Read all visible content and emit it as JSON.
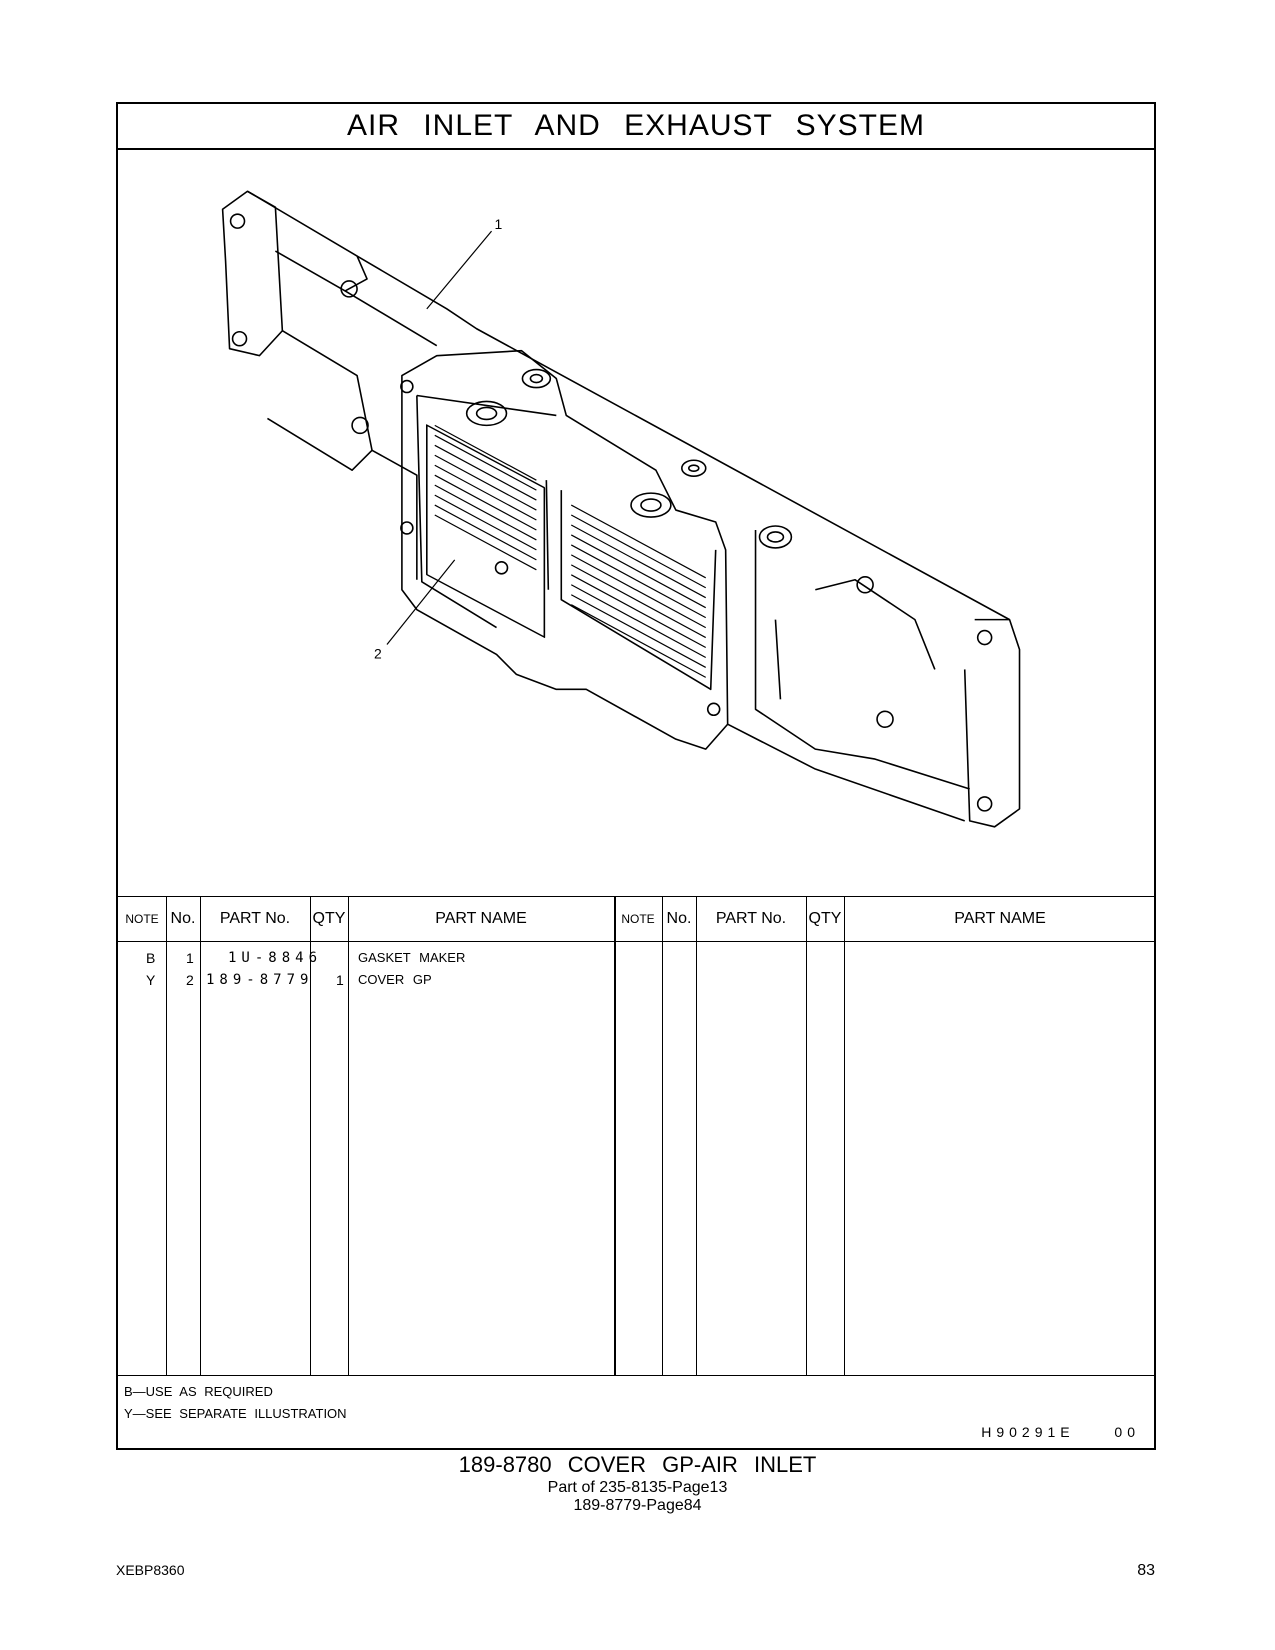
{
  "header": {
    "title": "AIR  INLET  AND  EXHAUST  SYSTEM"
  },
  "illustration": {
    "callouts": [
      "1",
      "2"
    ]
  },
  "table": {
    "left_headers": {
      "note": "NOTE",
      "no": "No.",
      "part_no": "PART No.",
      "qty": "QTY",
      "part_name": "PART NAME"
    },
    "right_headers": {
      "note": "NOTE",
      "no": "No.",
      "part_no": "PART No.",
      "qty": "QTY",
      "part_name": "PART NAME"
    },
    "rows": [
      {
        "note": "B",
        "no": "1",
        "part_no": "1U-8846",
        "qty": "",
        "part_name": "GASKET  MAKER"
      },
      {
        "note": "Y",
        "no": "2",
        "part_no": "189-8779",
        "qty": "1",
        "part_name": "COVER  GP"
      }
    ]
  },
  "notes": {
    "b": "B—USE  AS  REQUIRED",
    "y": "Y—SEE  SEPARATE  ILLUSTRATION",
    "illustration_code": "H90291E",
    "illustration_rev": "00"
  },
  "footer": {
    "title": "189-8780  COVER  GP-AIR  INLET",
    "part_of": "Part of 235-8135-Page13",
    "ref": "189-8779-Page84",
    "doc_id": "XEBP8360",
    "page": "83"
  }
}
